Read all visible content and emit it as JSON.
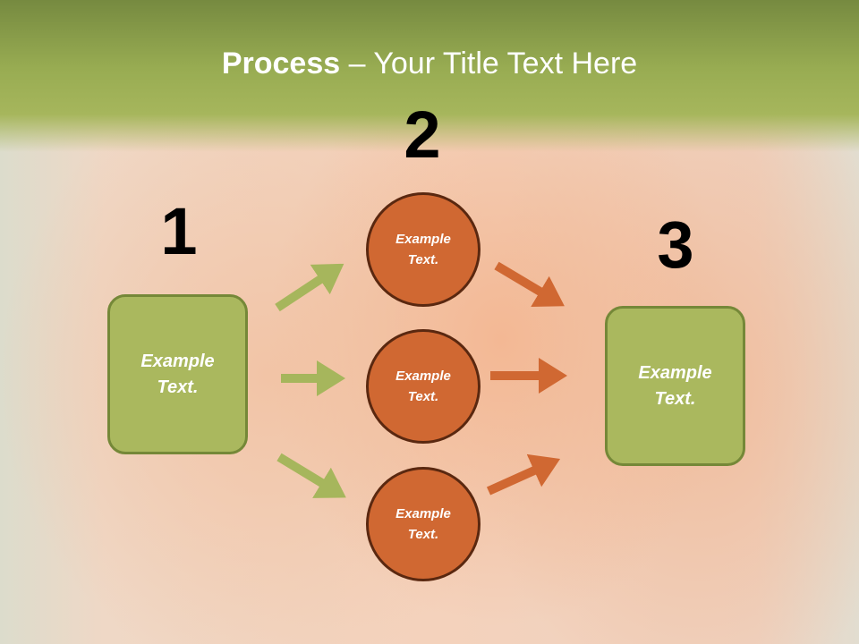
{
  "title": {
    "bold": "Process",
    "rest": " – Your Title Text Here"
  },
  "steps": {
    "one": "1",
    "two": "2",
    "three": "3"
  },
  "left_box": {
    "line1": "Example",
    "line2": "Text."
  },
  "right_box": {
    "line1": "Example",
    "line2": "Text."
  },
  "circles": [
    {
      "line1": "Example",
      "line2": "Text."
    },
    {
      "line1": "Example",
      "line2": "Text."
    },
    {
      "line1": "Example",
      "line2": "Text."
    }
  ],
  "colors": {
    "green": "#aab85e",
    "orange": "#d06832",
    "header": "#98ac52"
  }
}
